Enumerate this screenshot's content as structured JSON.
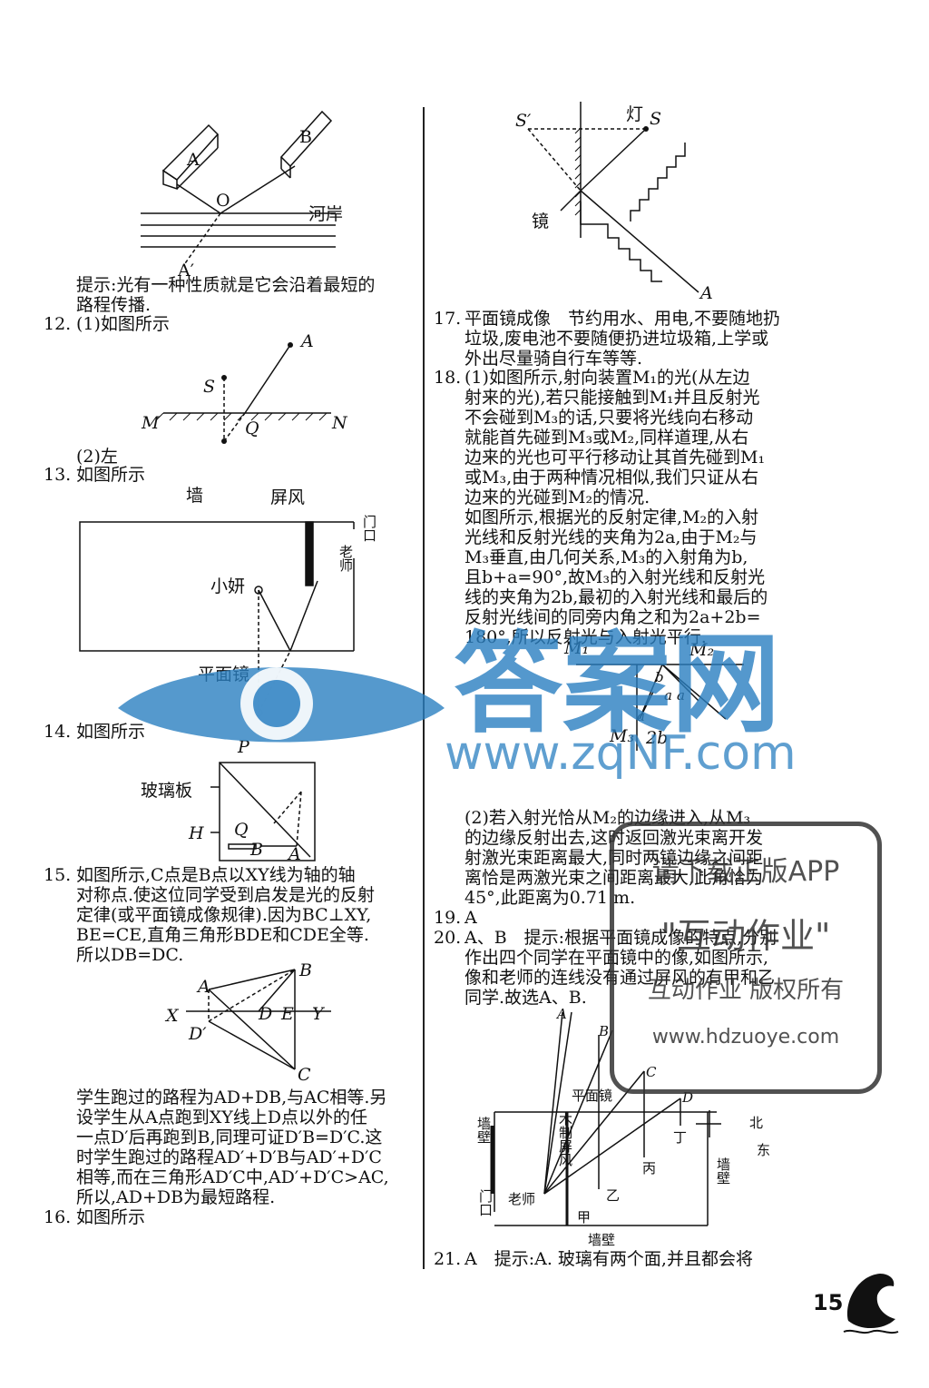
{
  "col_left": {
    "fig11": {
      "A": "A",
      "B": "B",
      "O": "O",
      "Ap": "A′",
      "bank": "河岸"
    },
    "hint11": [
      "提示:光有一种性质就是它会沿着最短的",
      "路程传播."
    ],
    "q12": {
      "num": "12.",
      "a1": "(1)如图所示",
      "a2": "(2)左",
      "A": "A",
      "S": "S",
      "M": "M",
      "Q": "Q",
      "N": "N"
    },
    "q13": {
      "num": "13.",
      "text": "如图所示",
      "wall": "墙",
      "screen": "屏风",
      "door": "门口",
      "teacher": "老师",
      "xiaoyan": "小妍",
      "mirror": "平面镜"
    },
    "q14": {
      "num": "14.",
      "text": "如图所示",
      "P": "P",
      "glass": "玻璃板",
      "H": "H",
      "Q": "Q",
      "B": "B",
      "A": "A"
    },
    "q15": {
      "num": "15.",
      "lines": [
        "如图所示,C点是B点以XY线为轴的轴",
        "对称点.使这位同学受到启发是光的反射",
        "定律(或平面镜成像规律).因为BC⊥XY,",
        "BE=CE,直角三角形BDE和CDE全等.",
        "所以DB=DC."
      ],
      "fig": {
        "A": "A",
        "B": "B",
        "X": "X",
        "D": "D",
        "E": "E",
        "Y": "Y",
        "Dp": "D′",
        "C": "C"
      },
      "after": [
        "学生跑过的路程为AD+DB,与AC相等.另",
        "设学生从A点跑到XY线上D点以外的任",
        "一点D′后再跑到B,同理可证D′B=D′C.这",
        "时学生跑过的路程AD′+D′B与AD′+D′C",
        "相等,而在三角形AD′C中,AD′+D′C>AC,",
        "所以,AD+DB为最短路程."
      ]
    },
    "q16": {
      "num": "16.",
      "text": "如图所示"
    }
  },
  "col_right": {
    "fig16": {
      "Sp": "S′",
      "lamp": "灯",
      "S": "S",
      "mirror": "镜",
      "A": "A"
    },
    "q17": {
      "num": "17.",
      "lines": [
        "平面镜成像　节约用水、用电,不要随地扔",
        "垃圾,废电池不要随便扔进垃圾箱,上学或",
        "外出尽量骑自行车等等."
      ]
    },
    "q18": {
      "num": "18.",
      "lines": [
        "(1)如图所示,射向装置M₁的光(从左边",
        "射来的光),若只能接触到M₁并且反射光",
        "不会碰到M₃的话,只要将光线向右移动",
        "就能首先碰到M₃或M₂,同样道理,从右",
        "边来的光也可平行移动让其首先碰到M₁",
        "或M₃,由于两种情况相似,我们只证从右",
        "边来的光碰到M₂的情况.",
        "如图所示,根据光的反射定律,M₂的入射",
        "光线和反射光线的夹角为2a,由于M₂与",
        "M₃垂直,由几何关系,M₃的入射角为b,",
        "且b+a=90°,故M₃的入射光线和反射光",
        "线的夹角为2b,最初的入射光线和最后的",
        "反射光线间的同旁内角之和为2a+2b=",
        "180°,所以反射光与入射光平行."
      ],
      "fig": {
        "M1": "M₁",
        "M2": "M₂",
        "M3": "M₃",
        "b": "b",
        "a": "a",
        "a2": "a",
        "a3": "a",
        "b2b": "2b"
      },
      "part2": [
        "(2)若入射光恰从M₂的边缘进入,从M₃",
        "的边缘反射出去,这时返回激光束离开发",
        "射激光束距离最大,同时两镜边缘之间距",
        "离恰是两激光束之间距离最大,此角恰为",
        "45°,此距离为0.71 m."
      ]
    },
    "q19": {
      "num": "19.",
      "text": "A"
    },
    "q20": {
      "num": "20.",
      "lines": [
        "A、B　提示:根据平面镜成像的特点,分别",
        "作出四个同学在平面镜中的像,如图所示,",
        "像和老师的连线没有通过屏风的有甲和乙",
        "同学.故选A、B."
      ],
      "fig": {
        "A": "A",
        "B": "B",
        "C": "C",
        "D": "D",
        "mirror": "平面镜",
        "teacher": "老师",
        "screen": "木制屏风",
        "jia": "甲",
        "yi": "乙",
        "bing": "丙",
        "ding": "丁",
        "wall": "墙壁",
        "wall2": "墙壁",
        "wall3": "墙壁",
        "door": "门口",
        "north": "北",
        "east": "东"
      }
    },
    "q21": {
      "num": "21.",
      "text": "A　提示:A. 玻璃有两个面,并且都会将"
    }
  },
  "page_number": "15",
  "watermark": {
    "cn": "答案网",
    "url": "www.zqNF.com"
  },
  "stamp": {
    "line1": "请下载正版APP",
    "line2": "\"互动作业\"",
    "line3": "互动作业 版权所有",
    "line4": "www.hdzuoye.com"
  }
}
